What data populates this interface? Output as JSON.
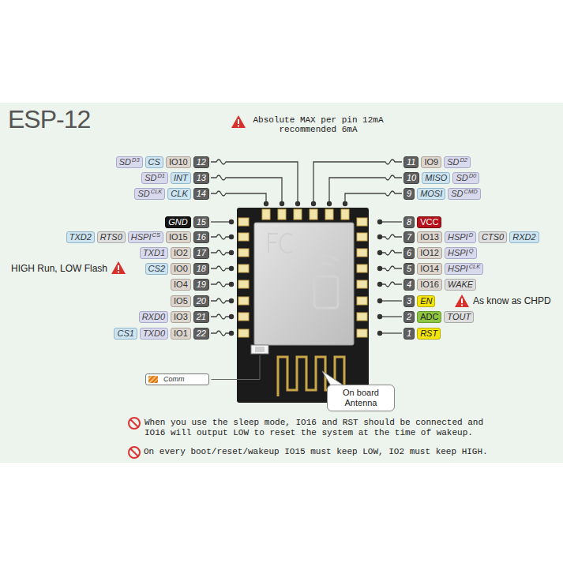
{
  "diagram": {
    "title": "ESP-12",
    "nodes": [
      {
        "text": [
          "SD",
          "D3"
        ]
      },
      {
        "text": [
          "CS"
        ]
      },
      {
        "text": [
          "IO10"
        ]
      },
      {
        "text": [
          "12"
        ]
      },
      {
        "text": [
          "SD",
          "D1"
        ]
      },
      {
        "text": [
          "INT"
        ]
      },
      {
        "text": [
          "13"
        ]
      },
      {
        "text": [
          "SD",
          "CLK"
        ]
      },
      {
        "text": [
          "CLK"
        ]
      },
      {
        "text": [
          "14"
        ]
      },
      {
        "text": [
          "GND"
        ]
      },
      {
        "text": [
          "15"
        ]
      },
      {
        "text": [
          "TXD2"
        ]
      },
      {
        "text": [
          "RTS0"
        ]
      },
      {
        "text": [
          "HSPI",
          "CS"
        ]
      },
      {
        "text": [
          "IO15"
        ]
      },
      {
        "text": [
          "16"
        ]
      },
      {
        "text": [
          "TXD1"
        ]
      },
      {
        "text": [
          "IO2"
        ]
      },
      {
        "text": [
          "17"
        ]
      },
      {
        "text": [
          "CS2"
        ]
      },
      {
        "text": [
          "IO0"
        ]
      },
      {
        "text": [
          "18"
        ]
      },
      {
        "text": [
          "IO4"
        ]
      },
      {
        "text": [
          "19"
        ]
      },
      {
        "text": [
          "IO5"
        ]
      },
      {
        "text": [
          "20"
        ]
      },
      {
        "text": [
          "RXD0"
        ]
      },
      {
        "text": [
          "IO3"
        ]
      },
      {
        "text": [
          "21"
        ]
      },
      {
        "text": [
          "CS1"
        ]
      },
      {
        "text": [
          "TXD0"
        ]
      },
      {
        "text": [
          "IO1"
        ]
      },
      {
        "text": [
          "22"
        ]
      },
      {
        "text": [
          "11"
        ]
      },
      {
        "text": [
          "IO9"
        ]
      },
      {
        "text": [
          "SD",
          "D2"
        ]
      },
      {
        "text": [
          "10"
        ]
      },
      {
        "text": [
          "MISO"
        ]
      },
      {
        "text": [
          "SD",
          "D0"
        ]
      },
      {
        "text": [
          "9"
        ]
      },
      {
        "text": [
          "MOSI"
        ]
      },
      {
        "text": [
          "SD",
          "CMD"
        ]
      },
      {
        "text": [
          "8"
        ]
      },
      {
        "text": [
          "VCC"
        ]
      },
      {
        "text": [
          "7"
        ]
      },
      {
        "text": [
          "IO13"
        ]
      },
      {
        "text": [
          "HSPI",
          "D"
        ]
      },
      {
        "text": [
          "CTS0"
        ]
      },
      {
        "text": [
          "RXD2"
        ]
      },
      {
        "text": [
          "6"
        ]
      },
      {
        "text": [
          "IO12"
        ]
      },
      {
        "text": [
          "HSPI",
          "Q"
        ]
      },
      {
        "text": [
          "5"
        ]
      },
      {
        "text": [
          "IO14"
        ]
      },
      {
        "text": [
          "HSPI",
          "CLK"
        ]
      },
      {
        "text": [
          "4"
        ]
      },
      {
        "text": [
          "IO16"
        ]
      },
      {
        "text": [
          "WAKE"
        ]
      },
      {
        "text": [
          "3"
        ]
      },
      {
        "text": [
          "EN"
        ]
      },
      {
        "text": [
          "2"
        ]
      },
      {
        "text": [
          "ADC"
        ]
      },
      {
        "text": [
          "TOUT"
        ]
      },
      {
        "text": [
          "1"
        ]
      },
      {
        "text": [
          "RST"
        ]
      },
      {
        "text": [
          "Comm"
        ]
      },
      {
        "text": [
          "On board Antenna"
        ]
      }
    ],
    "labels": [
      "Absolute MAX per pin 12mA recommended 6mA",
      "HIGH Run, LOW Flash",
      "As know as CHPD",
      "When you use the sleep mode, IO16 and RST should be connected and IO16 will output LOW to reset the system at the time of wakeup.",
      "On every boot/reset/wakeup IO15 must keep LOW, IO2 must keep HIGH."
    ]
  }
}
